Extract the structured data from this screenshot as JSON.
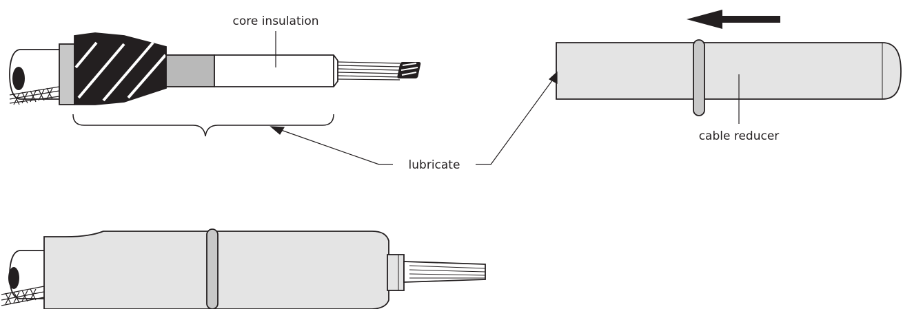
{
  "labels": {
    "core_insulation": "core insulation",
    "cable_reducer": "cable reducer",
    "lubricate": "lubricate"
  },
  "colors": {
    "stroke": "#231f20",
    "sleeve_fill": "#e4e4e4",
    "ring_fill": "#c8c8c8",
    "insulation_band": "#b9b9b9",
    "black_tape": "#231f20",
    "background": "#ffffff"
  },
  "arrow": {
    "direction": "left"
  }
}
